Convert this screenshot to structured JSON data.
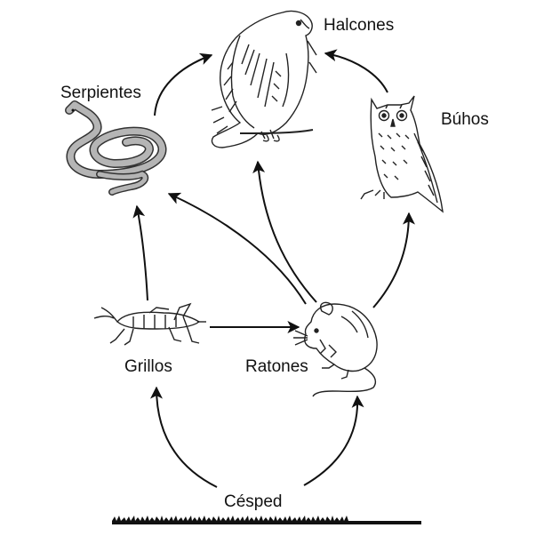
{
  "labels": {
    "halcones": "Halcones",
    "serpientes": "Serpientes",
    "buhos": "Búhos",
    "grillos": "Grillos",
    "ratones": "Ratones",
    "cesped": "Césped"
  },
  "colors": {
    "ink": "#111111",
    "snake_fill": "#b5b5b5"
  },
  "icons": [
    "hawk-icon",
    "snake-icon",
    "owl-icon",
    "cricket-icon",
    "mouse-icon",
    "grass-icon"
  ]
}
